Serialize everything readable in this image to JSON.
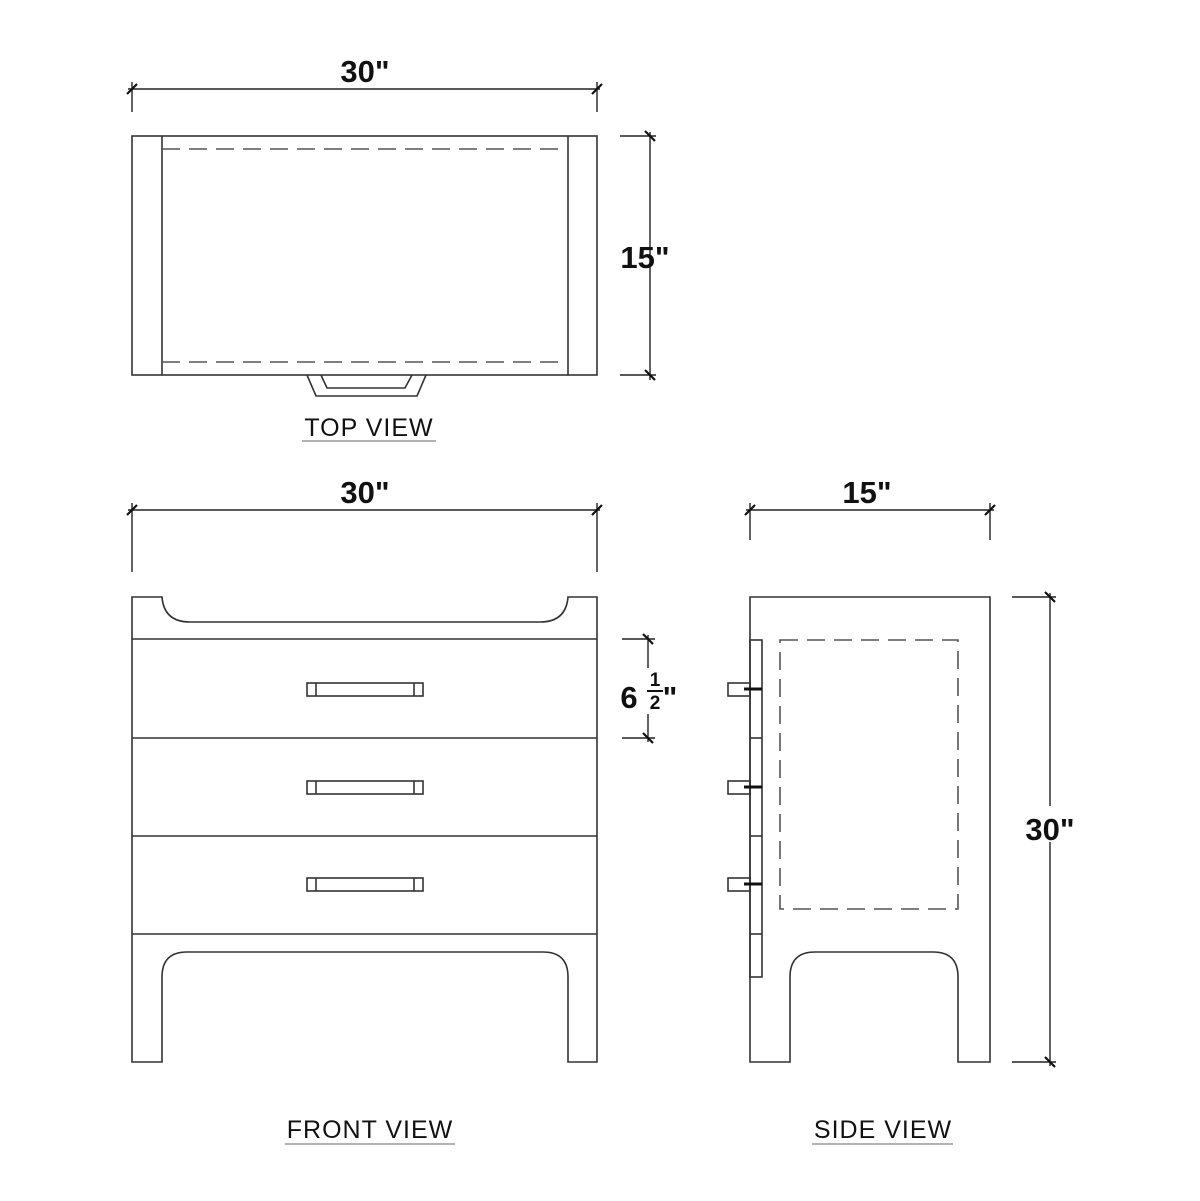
{
  "views": {
    "top": {
      "label": "TOP VIEW",
      "width_dim": "30\"",
      "depth_dim": "15\""
    },
    "front": {
      "label": "FRONT VIEW",
      "width_dim": "30\"",
      "drawer_dim_whole": "6",
      "drawer_dim_num": "1",
      "drawer_dim_den": "2",
      "drawer_dim_unit": "\""
    },
    "side": {
      "label": "SIDE VIEW",
      "depth_dim": "15\"",
      "height_dim": "30\""
    }
  },
  "colors": {
    "line": "#333333",
    "background": "#ffffff"
  }
}
